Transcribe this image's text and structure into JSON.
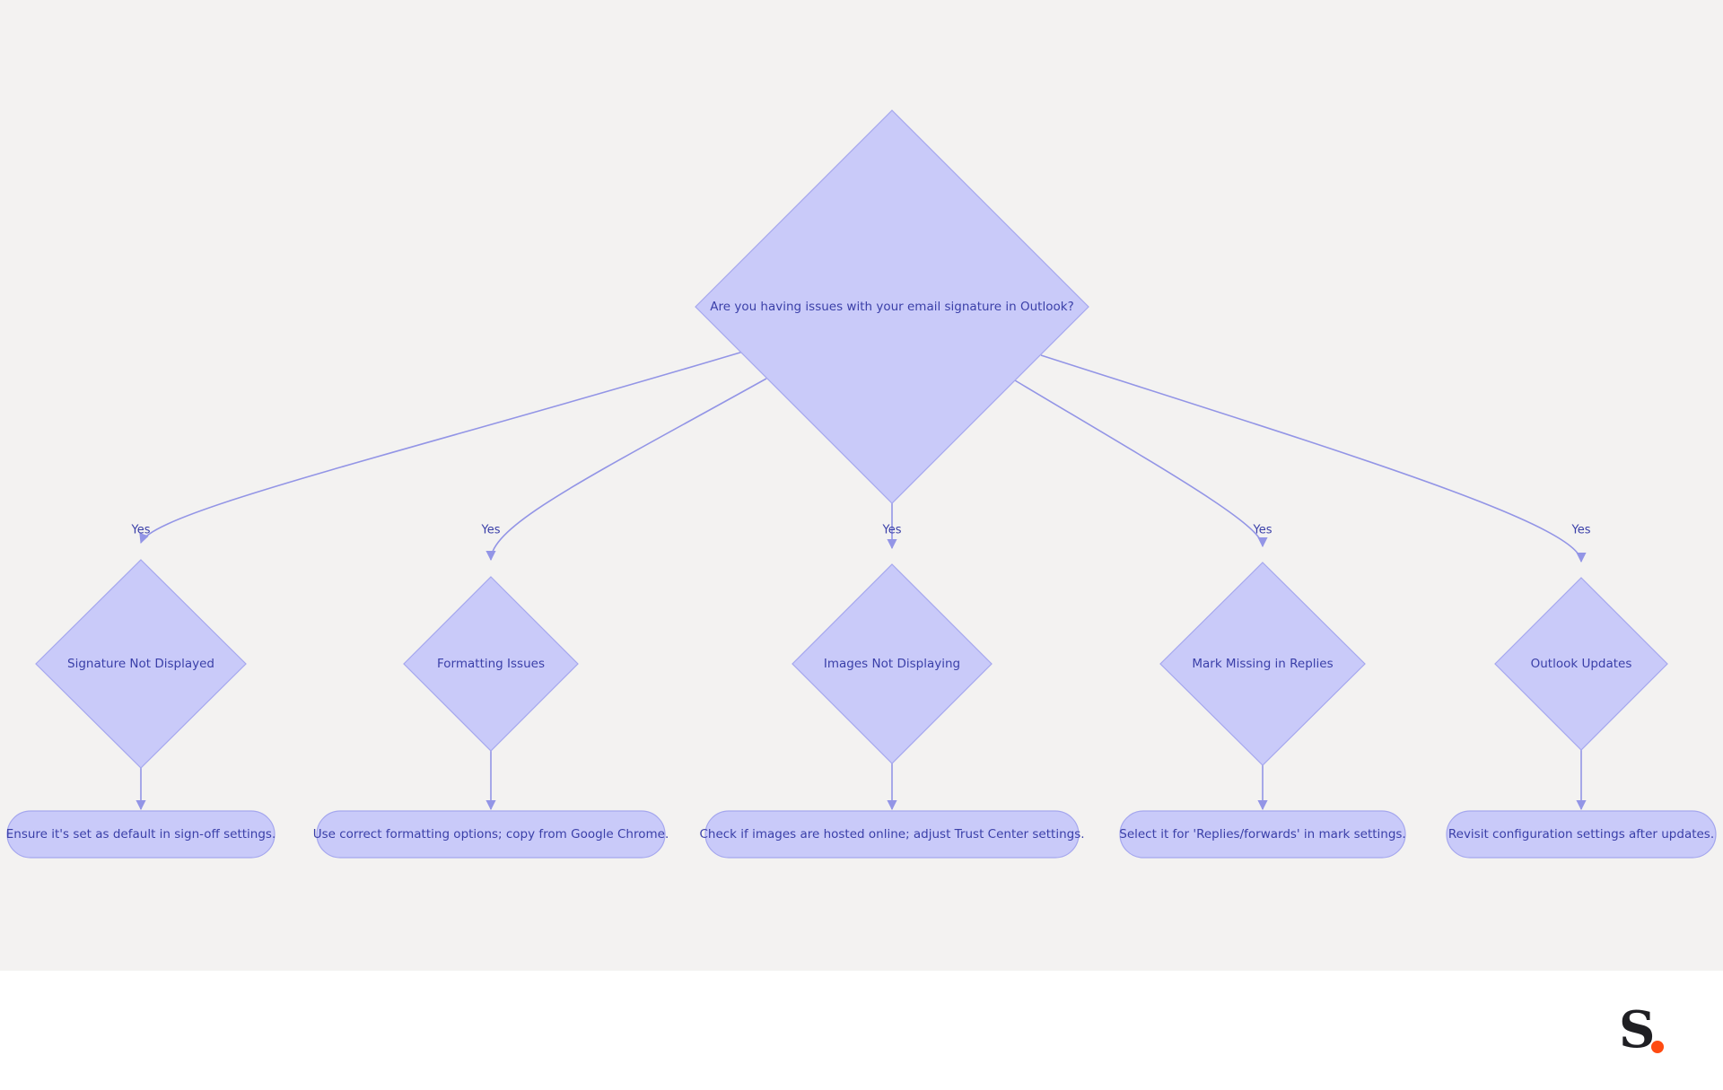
{
  "diagram": {
    "root": {
      "label": "Are you having issues with your email signature in Outlook?"
    },
    "branches": [
      {
        "edge_label": "Yes",
        "issue": "Signature Not Displayed",
        "solution": "Ensure it's set as default in sign-off settings."
      },
      {
        "edge_label": "Yes",
        "issue": "Formatting Issues",
        "solution": "Use correct formatting options; copy from Google Chrome."
      },
      {
        "edge_label": "Yes",
        "issue": "Images Not Displaying",
        "solution": "Check if images are hosted online; adjust Trust Center settings."
      },
      {
        "edge_label": "Yes",
        "issue": "Mark Missing in Replies",
        "solution": "Select it for 'Replies/forwards' in mark settings."
      },
      {
        "edge_label": "Yes",
        "issue": "Outlook Updates",
        "solution": "Revisit configuration settings after updates."
      }
    ]
  },
  "colors": {
    "canvas": "#f3f2f1",
    "node_fill": "#c9caf9",
    "node_stroke": "#a5a7ee",
    "edge": "#9395e6",
    "text": "#3a3fa8",
    "logo_dark": "#1f1f23",
    "logo_accent": "#ff4b12"
  },
  "logo": {
    "text": "S",
    "icon": "brand-logo-s-dot"
  }
}
